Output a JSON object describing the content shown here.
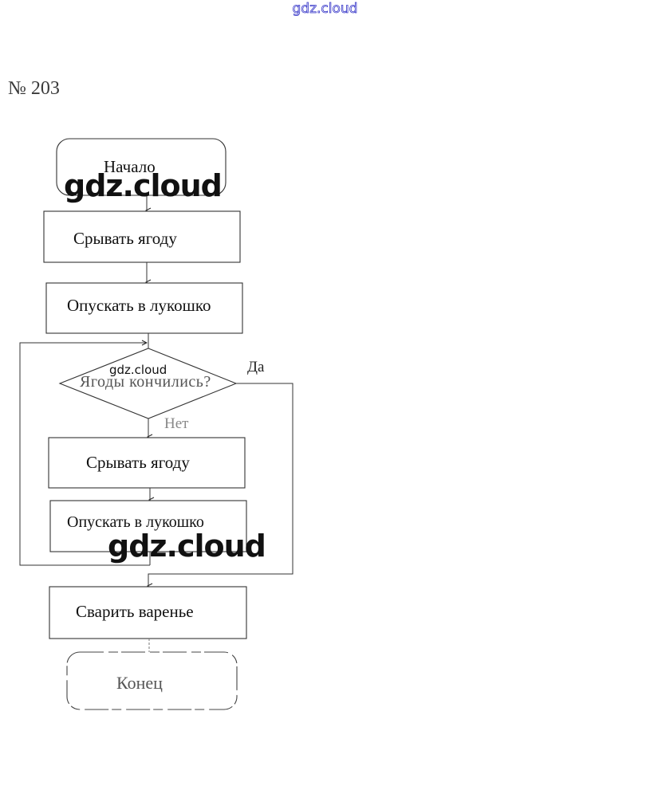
{
  "watermarks": {
    "top": "gdz.cloud",
    "start_overlay": "gdz.cloud",
    "decision_overlay": "gdz.cloud",
    "bottom_overlay": "gdz.cloud"
  },
  "task": {
    "number": "№ 203"
  },
  "flowchart": {
    "nodes": [
      {
        "id": "start",
        "type": "terminator",
        "text": "Начало"
      },
      {
        "id": "pick1",
        "type": "process",
        "text": "Срывать ягоду"
      },
      {
        "id": "put1",
        "type": "process",
        "text": "Опускать в лукошко"
      },
      {
        "id": "check",
        "type": "decision",
        "text": "Ягоды кончились?"
      },
      {
        "id": "pick2",
        "type": "process",
        "text": "Срывать ягоду"
      },
      {
        "id": "put2",
        "type": "process",
        "text": "Опускать в лукошко"
      },
      {
        "id": "cook",
        "type": "process",
        "text": "Сварить варенье"
      },
      {
        "id": "end",
        "type": "terminator",
        "text": "Конец"
      }
    ],
    "branch_labels": {
      "yes": "Да",
      "no": "Нет"
    },
    "edges": [
      {
        "from": "start",
        "to": "pick1"
      },
      {
        "from": "pick1",
        "to": "put1"
      },
      {
        "from": "put1",
        "to": "check"
      },
      {
        "from": "check",
        "to": "pick2",
        "label": "Нет"
      },
      {
        "from": "pick2",
        "to": "put2"
      },
      {
        "from": "put2",
        "to": "check",
        "kind": "loop-back"
      },
      {
        "from": "check",
        "to": "cook",
        "label": "Да"
      },
      {
        "from": "cook",
        "to": "end"
      }
    ]
  }
}
